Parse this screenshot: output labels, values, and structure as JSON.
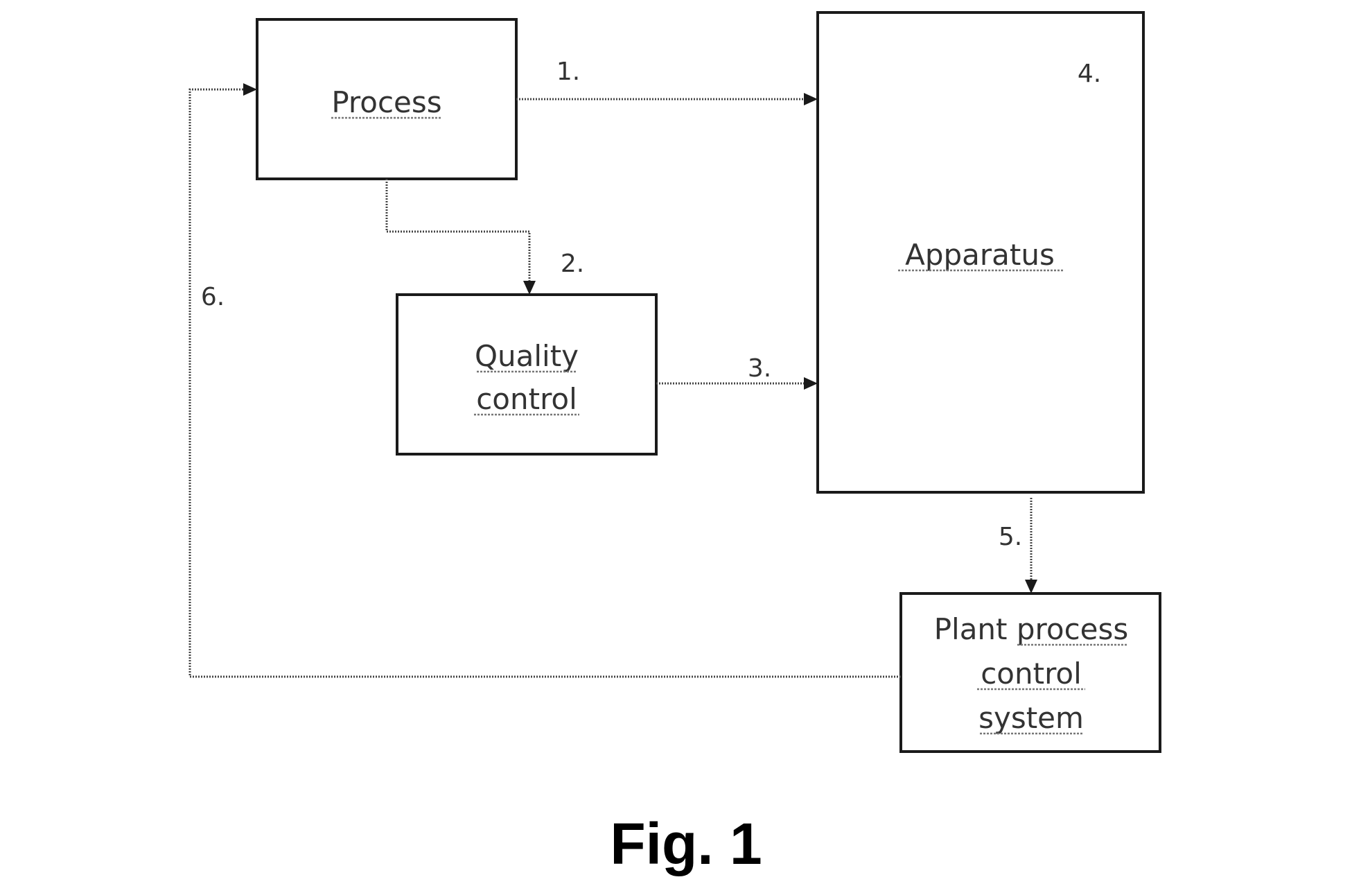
{
  "nodes": {
    "process": {
      "label": "Process"
    },
    "apparatus": {
      "label": "Apparatus",
      "number": "4."
    },
    "quality_control": {
      "line1": "Quality",
      "line2": "control"
    },
    "plant_process_control": {
      "line1": "Plant process",
      "line2": "control",
      "line3": "system"
    }
  },
  "edges": {
    "e1": {
      "label": "1."
    },
    "e2": {
      "label": "2."
    },
    "e3": {
      "label": "3."
    },
    "e5": {
      "label": "5."
    },
    "e6": {
      "label": "6."
    }
  },
  "caption": "Fig. 1"
}
